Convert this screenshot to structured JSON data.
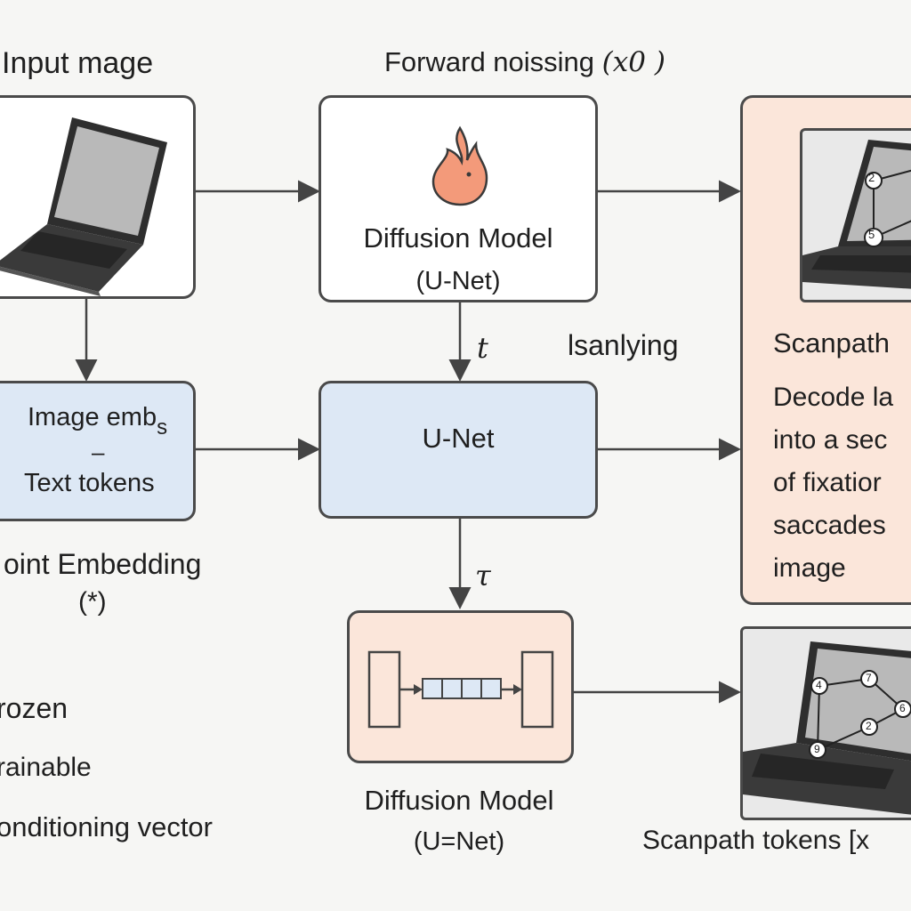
{
  "labels": {
    "input_image": "Input mage",
    "forward_noising": "Forward noissing",
    "forward_noising_math": "(x0 )",
    "diffusion_model_top_line1": "Diffusion Model",
    "diffusion_model_top_line2": "(U-Net)",
    "t_symbol": "t",
    "learning_label": "lsanlying",
    "unet_center": "U-Net",
    "tau_symbol": "τ",
    "image_emb": "Image emb",
    "image_emb_suffix": "s",
    "dash": "–",
    "text_tokens": "Text tokens",
    "joint_embedding_line1": "oint Embedding",
    "joint_embedding_line2": "(*)",
    "scanpath_title": "Scanpath",
    "scanpath_desc_1": "Decode la",
    "scanpath_desc_2": "into a sec",
    "scanpath_desc_3": "of fixatior",
    "scanpath_desc_4": "saccades",
    "scanpath_desc_5": "image",
    "diffusion_model_bottom_line1": "Diffusion Model",
    "diffusion_model_bottom_line2": "(U=Net)",
    "scanpath_tokens": "Scanpath tokens [x"
  },
  "legend": {
    "frozen": "rozen",
    "trainable": "rainable",
    "conditioning_vector": "onditioning vector"
  },
  "scanpath_top_nodes": [
    "2",
    "5"
  ],
  "scanpath_bottom_nodes": [
    "4",
    "7",
    "6",
    "2",
    "9"
  ],
  "colors": {
    "border": "#4a4a4a",
    "blue_fill": "#dde8f5",
    "peach_fill": "#fbe6da",
    "flame": "#f39a7a",
    "arrow": "#444444"
  }
}
